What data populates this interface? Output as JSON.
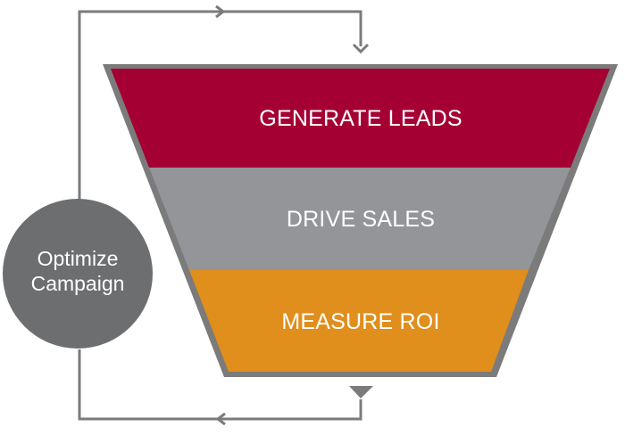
{
  "funnel": {
    "outline_color": "#7b7b7b",
    "stages": [
      {
        "label": "GENERATE LEADS",
        "color": "#a50034"
      },
      {
        "label": "DRIVE SALES",
        "color": "#939598"
      },
      {
        "label": "MEASURE ROI",
        "color": "#e08e1c"
      }
    ]
  },
  "cycle": {
    "line1": "Optimize",
    "line2": "Campaign",
    "circle_color": "#6d6e70",
    "line_color": "#7b7b7b"
  }
}
